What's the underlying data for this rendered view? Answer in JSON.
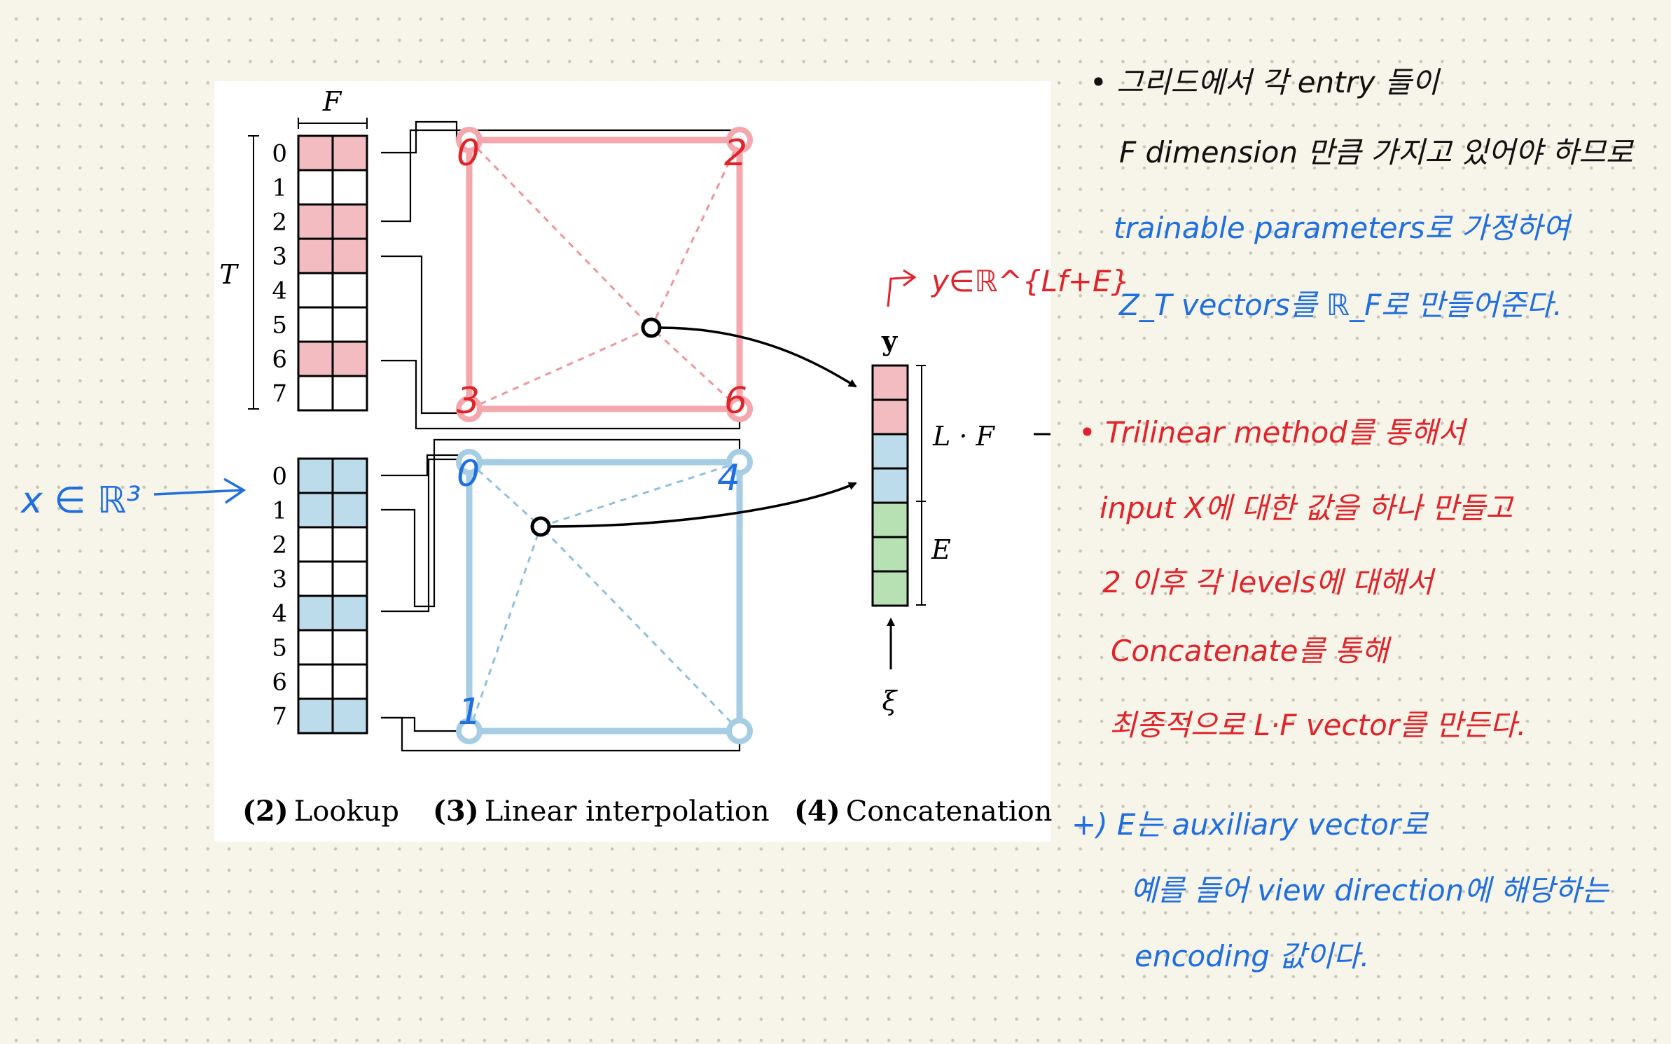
{
  "figure": {
    "table_header": "F",
    "table_side_label": "T",
    "top_table_rows": [
      "0",
      "1",
      "2",
      "3",
      "4",
      "5",
      "6",
      "7"
    ],
    "bottom_table_rows": [
      "0",
      "1",
      "2",
      "3",
      "4",
      "5",
      "6",
      "7"
    ],
    "top_table_highlight": [
      0,
      2,
      3,
      6
    ],
    "bottom_table_highlight": [
      0,
      1,
      4,
      7
    ],
    "output_label": "y",
    "output_dim_label": "L · F",
    "extra_dim_label": "E",
    "aux_symbol": "ξ",
    "captions": [
      {
        "num": "(2)",
        "text": "Lookup"
      },
      {
        "num": "(3)",
        "text": "Linear interpolation"
      },
      {
        "num": "(4)",
        "text": "Concatenation"
      }
    ],
    "colors": {
      "red": "#f4a7ad",
      "red_cell": "#f2bcc0",
      "blue": "#a6cde3",
      "blue_cell": "#bcdcec",
      "green": "#b7e1b3"
    }
  },
  "annotations": {
    "input_label": "x ∈ ℝ³",
    "top_corners": {
      "tl": "0",
      "tr": "2",
      "bl": "3",
      "br": "6"
    },
    "bottom_corners": {
      "tl": "0",
      "tr": "4",
      "bl": "1"
    },
    "y_dim": "y∈ℝ^{Lf+E}",
    "notes": [
      {
        "color": "#111111",
        "text": "• 그리드에서 각 entry 들이"
      },
      {
        "color": "#111111",
        "text": "F dimension 만큼 가지고 있어야 하므로"
      },
      {
        "color": "#1f6fe0",
        "text": "trainable parameters로 가정하여"
      },
      {
        "color": "#1f6fe0",
        "text": "Z_T vectors를 ℝ_F로 만들어준다."
      },
      {
        "color": "#e0242a",
        "text": "• Trilinear method를 통해서"
      },
      {
        "color": "#e0242a",
        "text": "input X에 대한 값을 하나 만들고"
      },
      {
        "color": "#e0242a",
        "text": "2 이후 각 levels에 대해서"
      },
      {
        "color": "#e0242a",
        "text": "Concatenate를 통해"
      },
      {
        "color": "#e0242a",
        "text": "최종적으로 L·F vector를 만든다."
      },
      {
        "color": "#1f6fe0",
        "text": "+) E는 auxiliary vector로"
      },
      {
        "color": "#1f6fe0",
        "text": "예를 들어 view direction에 해당하는"
      },
      {
        "color": "#1f6fe0",
        "text": "encoding 값이다."
      }
    ]
  }
}
